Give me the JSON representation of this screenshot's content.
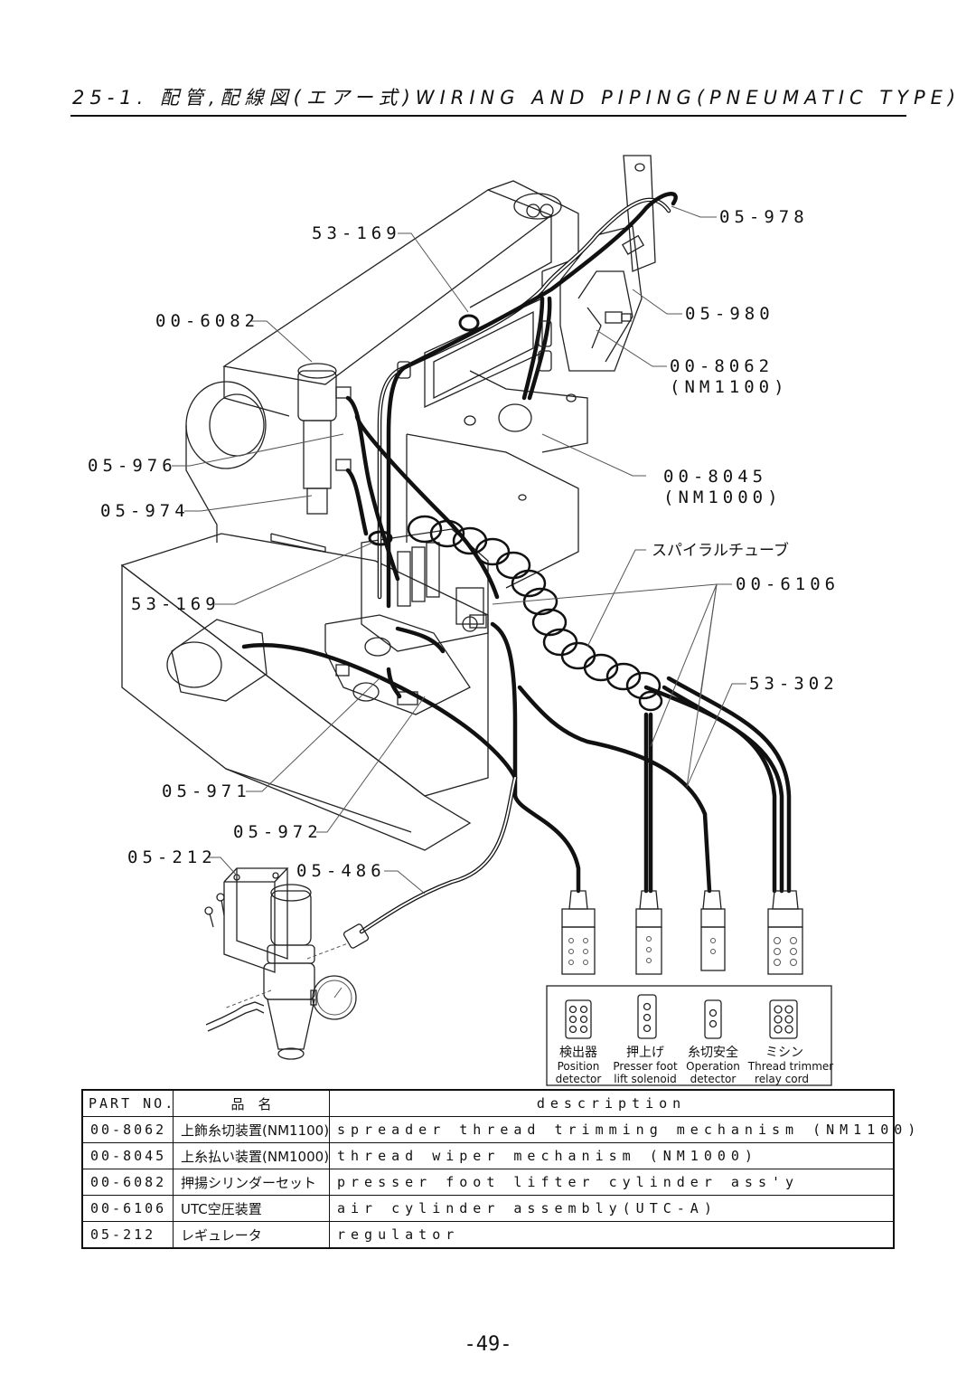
{
  "header": {
    "title": "25-1. 配管,配線図(エアー式)WIRING AND PIPING(PNEUMATIC TYPE)"
  },
  "labels": {
    "p05978": "05-978",
    "p53169a": "53-169",
    "p006082": "00-6082",
    "p05980": "05-980",
    "p008062": "00-8062",
    "p008062_note": "(NM1100)",
    "p05976": "05-976",
    "p008045": "00-8045",
    "p008045_note": "(NM1000)",
    "p05974": "05-974",
    "spiral_tube": "スパイラルチューブ",
    "p006106": "00-6106",
    "p53169b": "53-169",
    "p53302": "53-302",
    "p05971": "05-971",
    "p05972": "05-972",
    "p05212": "05-212",
    "p05486": "05-486"
  },
  "connectors": [
    {
      "jp": "検出器",
      "en1": "Position",
      "en2": "detector"
    },
    {
      "jp": "押上げ",
      "en1": "Presser foot",
      "en2": "lift solenoid"
    },
    {
      "jp": "糸切安全",
      "en1": "Operation",
      "en2": "detector"
    },
    {
      "jp": "ミシン",
      "en1": "Thread trimmer",
      "en2": "relay cord"
    }
  ],
  "parts_table": {
    "headers": {
      "part_no": "PART NO.",
      "name": "品　名",
      "description": "description"
    },
    "rows": [
      {
        "part_no": "00-8062",
        "name": "上飾糸切装置(NM1100)",
        "description": "spreader thread trimming mechanism (NM1100)"
      },
      {
        "part_no": "00-8045",
        "name": "上糸払い装置(NM1000)",
        "description": "thread wiper mechanism (NM1000)"
      },
      {
        "part_no": "00-6082",
        "name": "押揚シリンダーセット",
        "description": "presser foot lifter cylinder ass'y"
      },
      {
        "part_no": "00-6106",
        "name": "UTC空圧装置",
        "description": "air cylinder assembly(UTC-A)"
      },
      {
        "part_no": "05-212",
        "name": "レギュレータ",
        "description": "regulator"
      }
    ]
  },
  "page_number": "-49-"
}
